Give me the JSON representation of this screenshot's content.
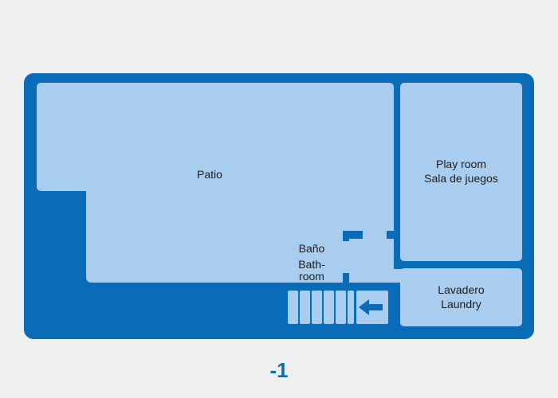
{
  "colors": {
    "background": "#eef0ef",
    "wall": "#0a6bb8",
    "room_fill": "#a9cdef",
    "text": "#1d1d1d",
    "floor_number": "#0a6bb8"
  },
  "floor": {
    "number": "-1"
  },
  "rooms": {
    "patio": {
      "label": "Patio"
    },
    "play_room": {
      "label_en": "Play room",
      "label_es": "Sala de juegos"
    },
    "bathroom": {
      "label_es": "Baño",
      "label_en_1": "Bath-",
      "label_en_2": "room"
    },
    "laundry": {
      "label_es": "Lavadero",
      "label_en": "Laundry"
    }
  },
  "icons": {
    "stairs_arrow": "arrow-left-icon"
  }
}
